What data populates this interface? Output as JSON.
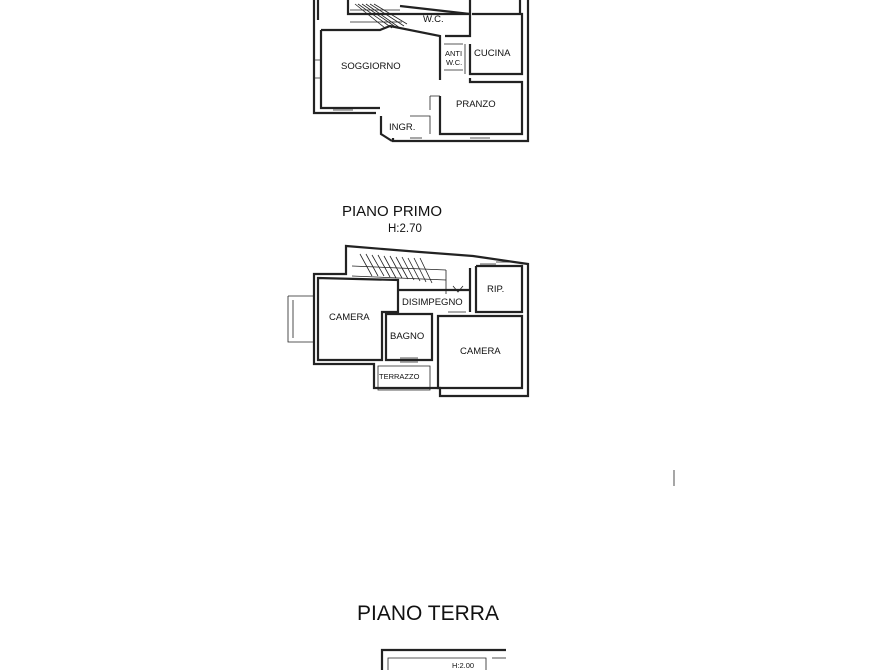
{
  "ground_floor_top": {
    "rooms": {
      "wc": "W.C.",
      "cucina": "CUCINA",
      "soggiorno": "SOGGIORNO",
      "anti_wc_line1": "ANTI",
      "anti_wc_line2": "W.C.",
      "pranzo": "PRANZO",
      "ingresso": "INGR."
    }
  },
  "first_floor": {
    "title": "PIANO PRIMO",
    "height": "H:2.70",
    "rooms": {
      "rip": "RIP.",
      "disimpegno": "DISIMPEGNO",
      "camera_left": "CAMERA",
      "bagno": "BAGNO",
      "camera_right": "CAMERA",
      "terrazzo": "TERRAZZO"
    }
  },
  "ground_floor_bottom": {
    "title": "PIANO TERRA",
    "height": "H:2.00"
  }
}
